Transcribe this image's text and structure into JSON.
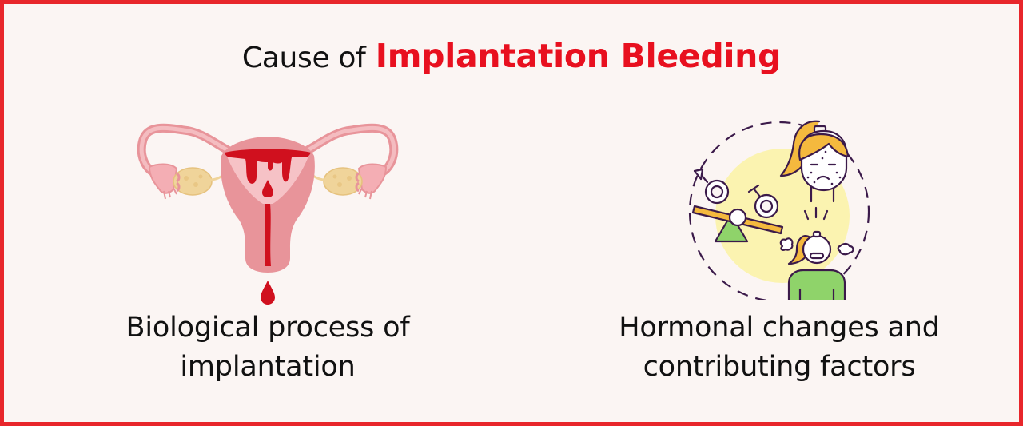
{
  "title": {
    "prefix": "Cause of",
    "highlight": "Implantation Bleeding"
  },
  "colors": {
    "border": "#e8262b",
    "background": "#fbf5f3",
    "accent": "#e8101f",
    "text": "#111111",
    "uterus_outer": "#e8949a",
    "uterus_inner": "#f4bcc0",
    "blood": "#d0101e",
    "ovary": "#f0d49a",
    "yellow_circle": "#fbf3b0",
    "hair": "#f4b93e",
    "green": "#8fd36a",
    "outline": "#3b1a4a"
  },
  "causes": [
    {
      "icon": "uterus-bleeding-icon",
      "caption_line1": "Biological process of",
      "caption_line2": "implantation"
    },
    {
      "icon": "hormonal-changes-icon",
      "caption_line1": "Hormonal changes and",
      "caption_line2": "contributing factors"
    }
  ]
}
